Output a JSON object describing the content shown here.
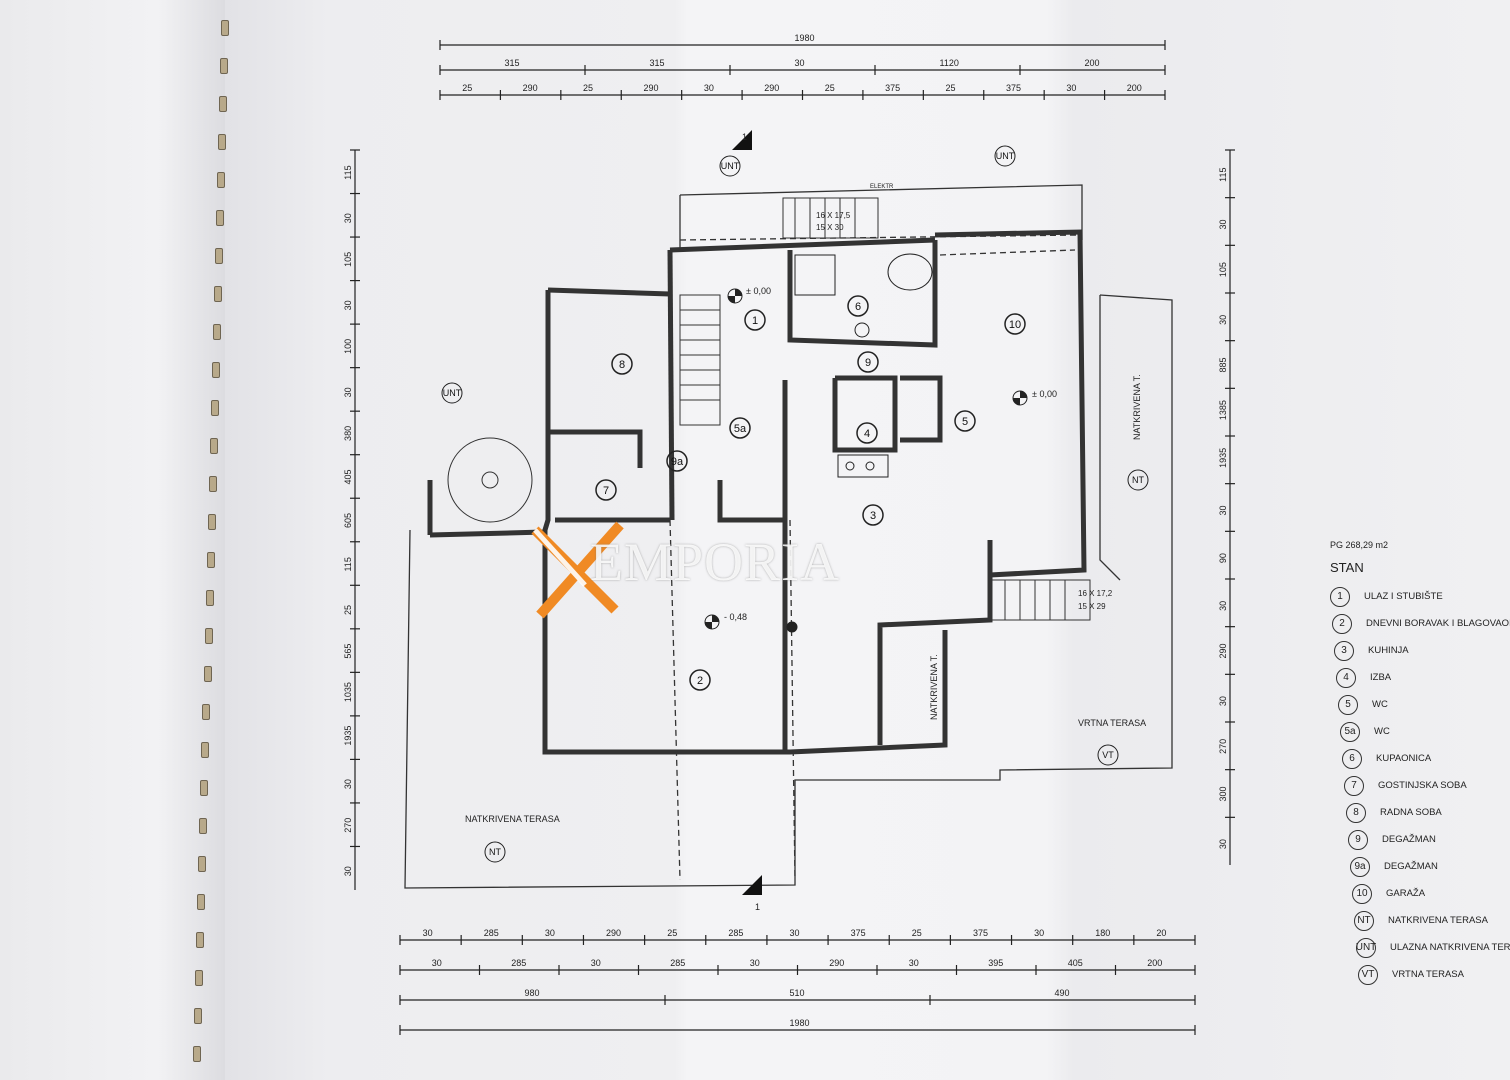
{
  "plan": {
    "dims_top": [
      [
        "1980"
      ],
      [
        "315",
        "315",
        "30",
        "1120",
        "200"
      ],
      [
        "25",
        "290",
        "25",
        "290",
        "30",
        "290",
        "25",
        "375",
        "25",
        "375",
        "30",
        "200"
      ]
    ],
    "dims_bottom": [
      [
        "30",
        "285",
        "30",
        "290",
        "25",
        "285",
        "30",
        "375",
        "25",
        "375",
        "30",
        "180",
        "20"
      ],
      [
        "30",
        "285",
        "30",
        "285",
        "30",
        "290",
        "30",
        "395",
        "405",
        "200"
      ],
      [
        "980",
        "510",
        "490"
      ],
      [
        "1980"
      ]
    ],
    "dims_left": [
      "115",
      "30",
      "105",
      "30",
      "100",
      "30",
      "380",
      "405",
      "605",
      "115",
      "25",
      "565",
      "1035",
      "1935",
      "30",
      "270",
      "30"
    ],
    "dims_right": [
      "115",
      "30",
      "105",
      "30",
      "885",
      "1385",
      "1935",
      "30",
      "90",
      "30",
      "290",
      "30",
      "270",
      "300",
      "30"
    ],
    "rooms": [
      "1",
      "2",
      "3",
      "4",
      "5",
      "5a",
      "6",
      "7",
      "8",
      "9",
      "9a",
      "10"
    ],
    "tags": {
      "unt": "UNT",
      "nt": "NT",
      "vt": "VT"
    },
    "labels": {
      "natkrivena_terasa": "NATKRIVENA TERASA",
      "vrtna_terasa": "VRTNA TERASA",
      "natkrivena_t": "NATKRIVENA T.",
      "level_0": "± 0,00",
      "level_048": "- 0,48",
      "elektr": "ELEKTR",
      "stair1a": "16 X 17,5",
      "stair1b": "15 X 30",
      "stair2a": "16 X 17,2",
      "stair2b": "15 X 29",
      "section": "1"
    }
  },
  "legend": {
    "area": "PG 268,29 m2",
    "title": "STAN",
    "items": [
      {
        "tag": "1",
        "label": "ULAZ I STUBIŠTE"
      },
      {
        "tag": "2",
        "label": "DNEVNI BORAVAK I BLAGOVAON"
      },
      {
        "tag": "3",
        "label": "KUHINJA"
      },
      {
        "tag": "4",
        "label": "IZBA"
      },
      {
        "tag": "5",
        "label": "WC"
      },
      {
        "tag": "5a",
        "label": "WC"
      },
      {
        "tag": "6",
        "label": "KUPAONICA"
      },
      {
        "tag": "7",
        "label": "GOSTINJSKA SOBA"
      },
      {
        "tag": "8",
        "label": "RADNA SOBA"
      },
      {
        "tag": "9",
        "label": "DEGAŽMAN"
      },
      {
        "tag": "9a",
        "label": "DEGAŽMAN"
      },
      {
        "tag": "10",
        "label": "GARAŽA"
      },
      {
        "tag": "NT",
        "label": "NATKRIVENA TERASA"
      },
      {
        "tag": "UNT",
        "label": "ULAZNA NATKRIVENA TER"
      },
      {
        "tag": "VT",
        "label": "VRTNA TERASA"
      }
    ]
  },
  "watermark": "EMPORIA",
  "colors": {
    "watermark_accent": "#f08a24"
  }
}
